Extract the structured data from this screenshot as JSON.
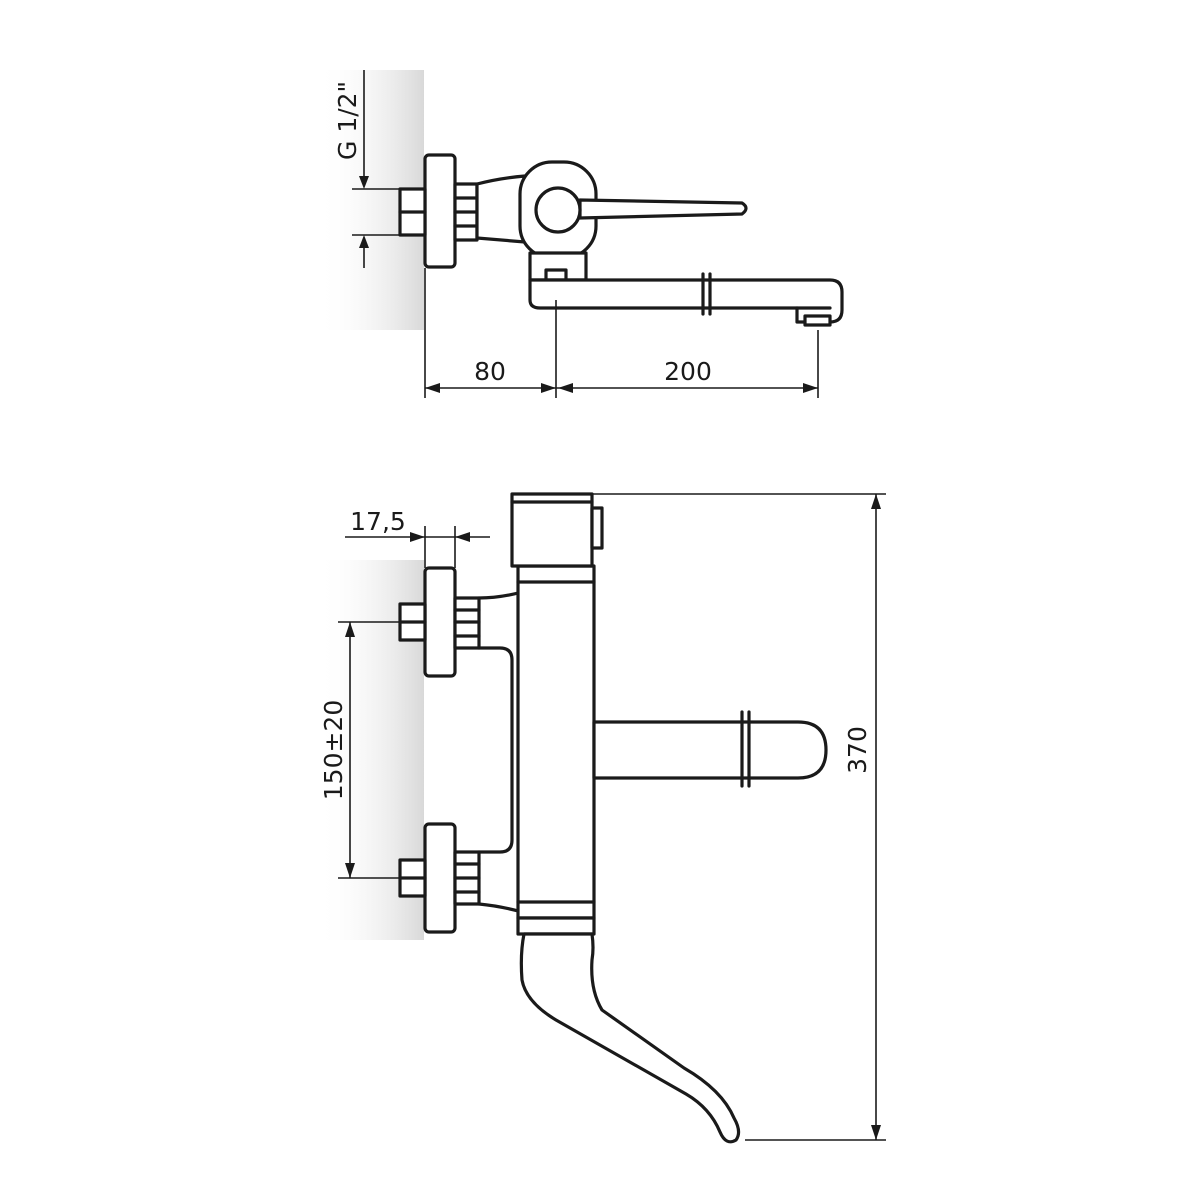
{
  "top_view": {
    "thread_label": "G 1/2\"",
    "dim_wall_to_spout": "80",
    "dim_spout_reach": "200"
  },
  "front_view": {
    "dim_wall_offset": "17,5",
    "dim_inlet_spacing": "150±20",
    "dim_total_height": "370"
  },
  "colors": {
    "line": "#1a1a1a",
    "wall_shade": "#d9d9d9",
    "background": "#ffffff"
  }
}
